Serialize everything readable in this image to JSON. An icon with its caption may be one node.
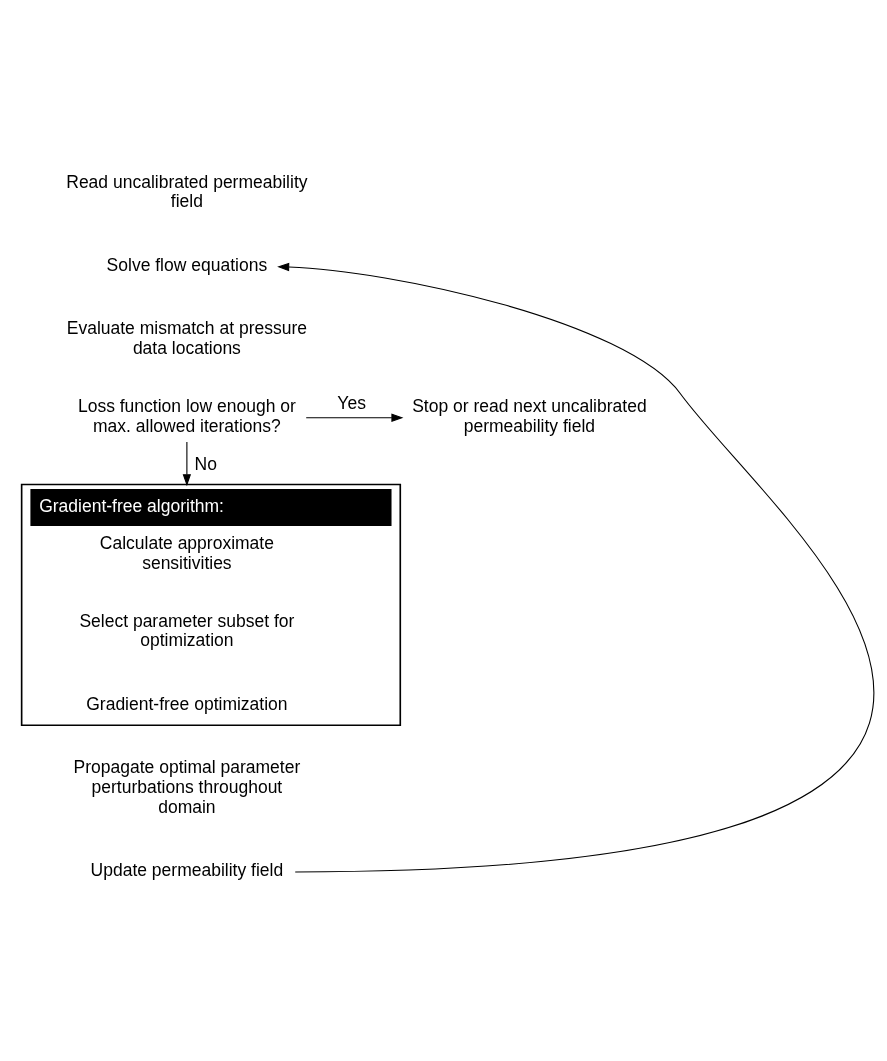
{
  "diagram": {
    "nodes": [
      {
        "text": [
          "Read uncalibrated permeability field"
        ]
      },
      {
        "text": [
          "Solve flow equations"
        ]
      },
      {
        "text": [
          "Evaluate mismatch at pressure data locations"
        ]
      },
      {
        "text": [
          "Loss function low enough or max. allowed iterations?"
        ]
      },
      {
        "text": [
          "Stop or read next uncalibrated permeability field"
        ]
      },
      {
        "text": [
          "Gradient-free algorithm:"
        ]
      },
      {
        "text": [
          "Calculate approximate sensitivities"
        ],
        "in": 5
      },
      {
        "text": [
          "Select parameter subset for optimization"
        ],
        "in": 5
      },
      {
        "text": [
          "Gradient-free optimization"
        ],
        "in": 5
      },
      {
        "text": [
          "Propagate optimal parameter perturbations throughout domain"
        ]
      },
      {
        "text": [
          "Update permeability field"
        ]
      }
    ],
    "edges": [
      {
        "from": 3,
        "to": 4,
        "arrow": "to",
        "label": "Yes"
      },
      {
        "from": 3,
        "to": 5,
        "arrow": "to",
        "label": "No"
      },
      {
        "from": 10,
        "to": 1,
        "arrow": "to"
      }
    ]
  }
}
